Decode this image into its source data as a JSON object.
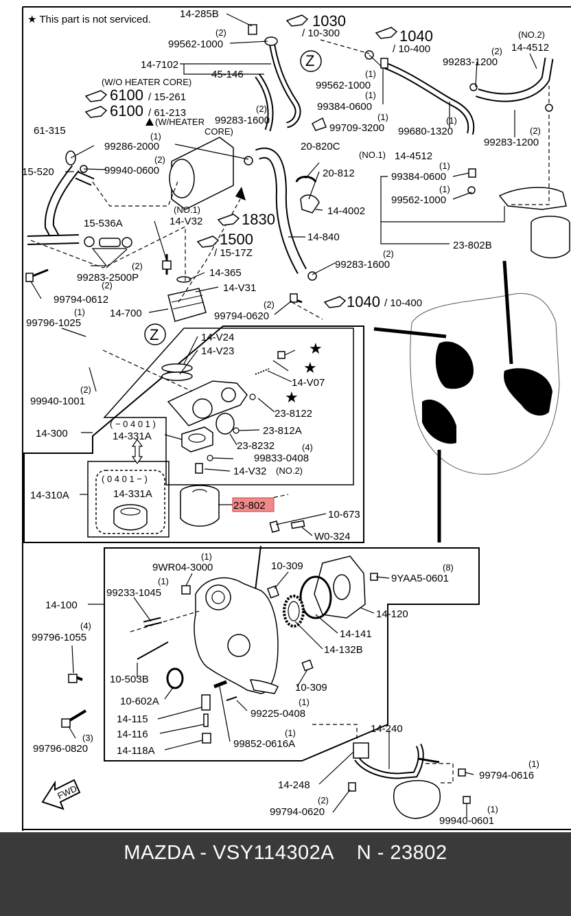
{
  "note": "★ This part is not serviced.",
  "refs": {
    "r1030": "1030",
    "r1030_sub": "/ 10-300",
    "r1040a": "1040",
    "r1040a_sub": "/ 10-400",
    "r6100a": "6100",
    "r6100a_sub": "/ 15-261",
    "r6100b": "6100",
    "r6100b_sub": "/ 61-213",
    "r1830": "1830",
    "r1500": "1500",
    "r1500_sub": "/ 15-17Z",
    "r1040b": "1040",
    "r1040b_sub": "/ 10-400",
    "wo_heater": "(W/O HEATER CORE)",
    "w_heater": "(W/HEATER",
    "core": "CORE)"
  },
  "labels": {
    "l_14_285B": "14-285B",
    "l_99562_1000a": "99562-1000",
    "l_2a": "(2)",
    "l_14_7102": "14-7102",
    "l_45_146": "45-146",
    "l_Z1": "Z",
    "l_99562_1000b": "99562-1000",
    "l_1b": "(1)",
    "l_99384_0600a": "99384-0600",
    "l_1c": "(1)",
    "l_99709_3200": "99709-3200",
    "l_1d": "(1)",
    "l_no2": "(NO.2)",
    "l_14_4512a": "14-4512",
    "l_2e": "(2)",
    "l_99283_1200a": "99283-1200",
    "l_99680_1320": "99680-1320",
    "l_1f": "(1)",
    "l_99283_1200b": "99283-1200",
    "l_2g": "(2)",
    "l_61_315": "61-315",
    "l_99286_2000": "99286-2000",
    "l_1h": "(1)",
    "l_99940_0600": "99940-0600",
    "l_2i": "(2)",
    "l_15_520": "15-520",
    "l_99283_1600a": "99283-1600",
    "l_2j": "(2)",
    "l_20_820C": "20-820C",
    "l_20_812": "20-812",
    "l_no1a": "(NO.1)",
    "l_14_4512b": "14-4512",
    "l_99384_0600b": "99384-0600",
    "l_1k": "(1)",
    "l_99562_1000c": "99562-1000",
    "l_1l": "(1)",
    "l_14_4002": "14-4002",
    "l_no1b": "(NO.1)",
    "l_14_V32a": "14-V32",
    "l_15_536A": "15-536A",
    "l_14_840": "14-840",
    "l_23_802B": "23-802B",
    "l_2m": "(2)",
    "l_99283_2500P": "99283-2500P",
    "l_2n": "(2)",
    "l_14_365": "14-365",
    "l_99283_1600b": "99283-1600",
    "l_2o": "(2)",
    "l_99794_0612": "99794-0612",
    "l_1p": "(1)",
    "l_14_V31": "14-V31",
    "l_14_700": "14-700",
    "l_99794_0620a": "99794-0620",
    "l_2q": "(2)",
    "l_99796_1025": "99796-1025",
    "l_1r": "(1)",
    "l_Z2": "Z",
    "l_14_V24": "14-V24",
    "l_14_V23": "14-V23",
    "l_14_V07": "14-V07",
    "l_99940_1001": "99940-1001",
    "l_2s": "(2)",
    "l_23_8122": "23-8122",
    "l_14_300": "14-300",
    "l_0401a": "( − 0 4 0 1 )",
    "l_14_331Aa": "14-331A",
    "l_23_812A": "23-812A",
    "l_23_8232": "23-8232",
    "l_4a": "(4)",
    "l_99833_0408": "99833-0408",
    "l_14_V32b": "14-V32",
    "l_no2b": "(NO.2)",
    "l_0401b": "( 0 4 0 1 − )",
    "l_14_331Ab": "14-331A",
    "l_14_310A": "14-310A",
    "l_23_802": "23-802",
    "l_10_673": "10-673",
    "l_W0_324": "W0-324",
    "l_1t": "(1)",
    "l_9WR04_3000": "9WR04-3000",
    "l_10_309a": "10-309",
    "l_8": "(8)",
    "l_9YAA5_0601": "9YAA5-0601",
    "l_1u": "(1)",
    "l_99233_1045": "99233-1045",
    "l_14_100": "14-100",
    "l_14_120": "14-120",
    "l_4b": "(4)",
    "l_99796_1055": "99796-1055",
    "l_14_141": "14-141",
    "l_14_132B": "14-132B",
    "l_10_503B": "10-503B",
    "l_10_309b": "10-309",
    "l_10_602A": "10-602A",
    "l_1v": "(1)",
    "l_99225_0408": "99225-0408",
    "l_14_115": "14-115",
    "l_14_240": "14-240",
    "l_14_116": "14-116",
    "l_1w": "(1)",
    "l_99852_0616A": "99852-0616A",
    "l_3": "(3)",
    "l_99796_0820": "99796-0820",
    "l_14_118A": "14-118A",
    "l_1x": "(1)",
    "l_99794_0616": "99794-0616",
    "l_14_248": "14-248",
    "l_2y": "(2)",
    "l_99794_0620b": "99794-0620",
    "l_1z": "(1)",
    "l_99940_0601": "99940-0601",
    "l_fwd": "FWD"
  },
  "footer": {
    "brand": "MAZDA",
    "part_number": "VSY114302A",
    "caption": "MAZDA - VSY114302A    N - 23802"
  },
  "highlight": {
    "part": "23-802",
    "color": "#f08a8a"
  }
}
